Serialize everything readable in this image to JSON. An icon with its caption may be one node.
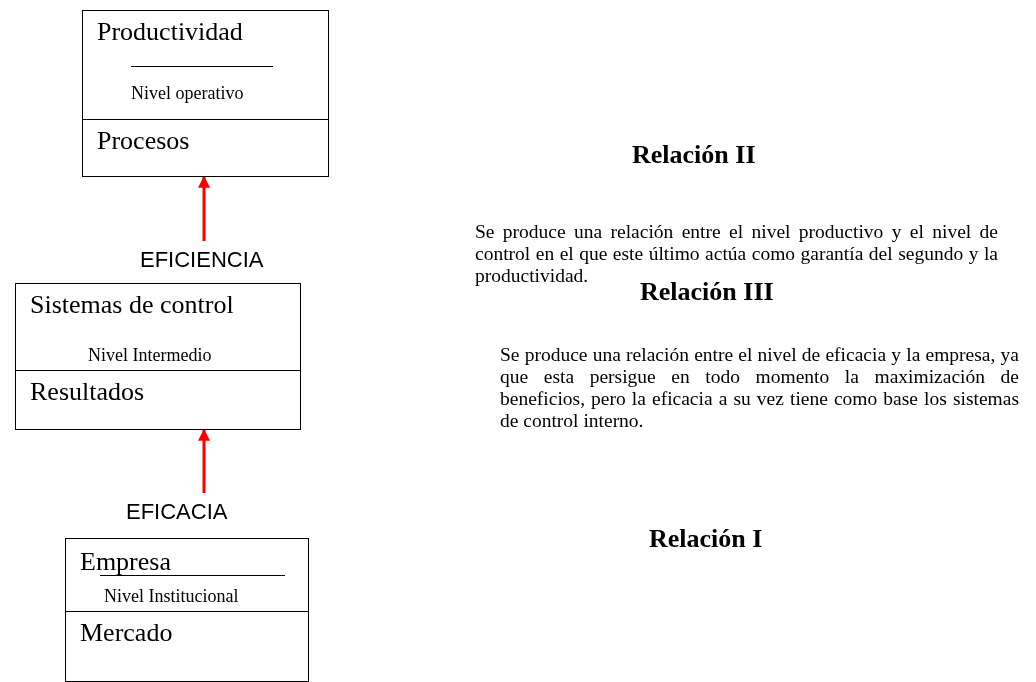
{
  "diagram": {
    "nodes": [
      {
        "text": [
          "Productividad",
          "Nivel operativo",
          "Procesos"
        ]
      },
      {
        "text": [
          "EFICIENCIA"
        ]
      },
      {
        "text": [
          "Sistemas de control",
          "Nivel Intermedio",
          "Resultados"
        ]
      },
      {
        "text": [
          "EFICACIA"
        ]
      },
      {
        "text": [
          "Empresa",
          "Nivel Institucional",
          "Mercado"
        ]
      }
    ],
    "edges": [
      {
        "from": 1,
        "to": 0,
        "arrow": "to"
      },
      {
        "from": 3,
        "to": 2,
        "arrow": "to"
      }
    ],
    "labels": [
      "Relación II",
      "Se produce una relación entre el nivel productivo y el nivel de control en el que este último actúa como garantía del segundo y la productividad.",
      "Relación III",
      "Se produce una relación entre el nivel de eficacia y la empresa, ya que esta persigue en todo momento la maximización de beneficios, pero la eficacia a su vez tiene como base los sistemas de control interno.",
      "Relación I"
    ]
  }
}
